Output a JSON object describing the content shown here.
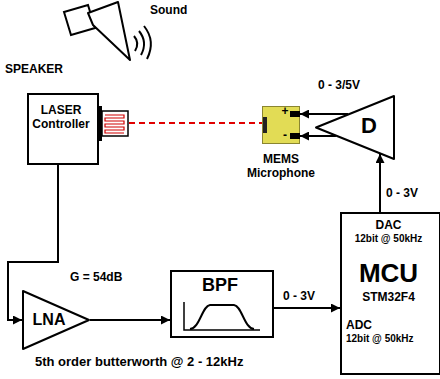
{
  "diagram": {
    "nodes": [
      {
        "text": [
          "LASER Controller"
        ]
      },
      {
        "text": [
          "+",
          "-",
          "MEMS Microphone"
        ]
      },
      {
        "text": [
          "D"
        ]
      },
      {
        "text": [
          "DAC",
          "12bit @ 50kHz",
          "MCU",
          "STM32F4",
          "ADC",
          "12bit @ 50kHz"
        ]
      },
      {
        "text": [
          "LNA"
        ]
      },
      {
        "text": [
          "BPF"
        ]
      }
    ],
    "edges": [
      {
        "from": 0,
        "to": 1,
        "arrow": "none"
      },
      {
        "from": 2,
        "to": 1,
        "label": "0 - 3/5V",
        "arrow": "to"
      },
      {
        "from": 2,
        "to": 1,
        "arrow": "to"
      },
      {
        "from": 3,
        "to": 2,
        "label": "0 - 3V",
        "arrow": "to"
      },
      {
        "from": 0,
        "to": 4,
        "arrow": "to"
      },
      {
        "from": 4,
        "to": 5,
        "arrow": "to"
      },
      {
        "from": 5,
        "to": 3,
        "label": "0 - 3V",
        "arrow": "to"
      }
    ],
    "labels": [
      "SPEAKER",
      "Sound",
      "G = 54dB",
      "5th order butterworth @ 2 - 12kHz"
    ]
  }
}
